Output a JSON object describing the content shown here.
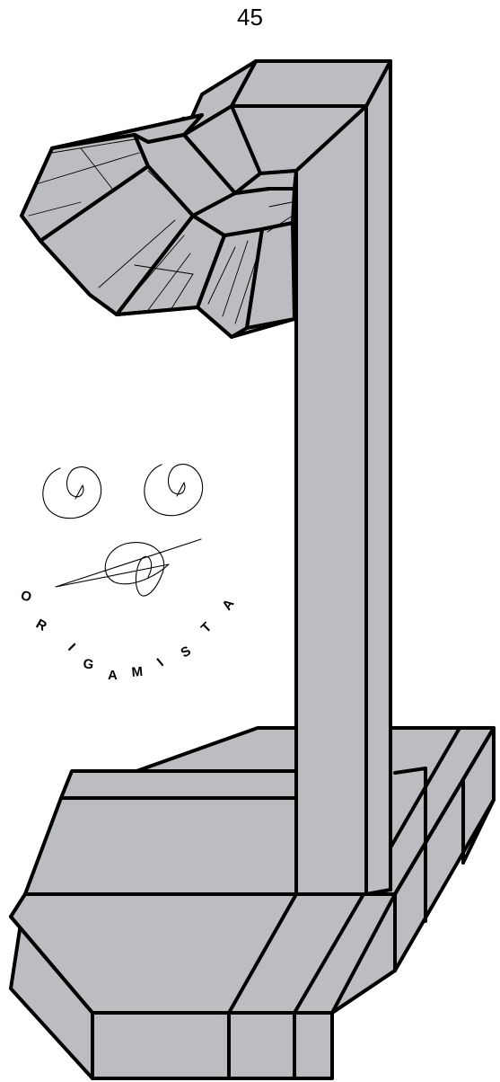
{
  "page_number": "45",
  "signature": {
    "text": "ORIGAMISTA",
    "letters": [
      "O",
      "R",
      "I",
      "G",
      "A",
      "M",
      "I",
      "S",
      "T",
      "A"
    ]
  },
  "colors": {
    "paper_fill": "#bcbdc0",
    "line": "#000000",
    "background": "#ffffff"
  }
}
